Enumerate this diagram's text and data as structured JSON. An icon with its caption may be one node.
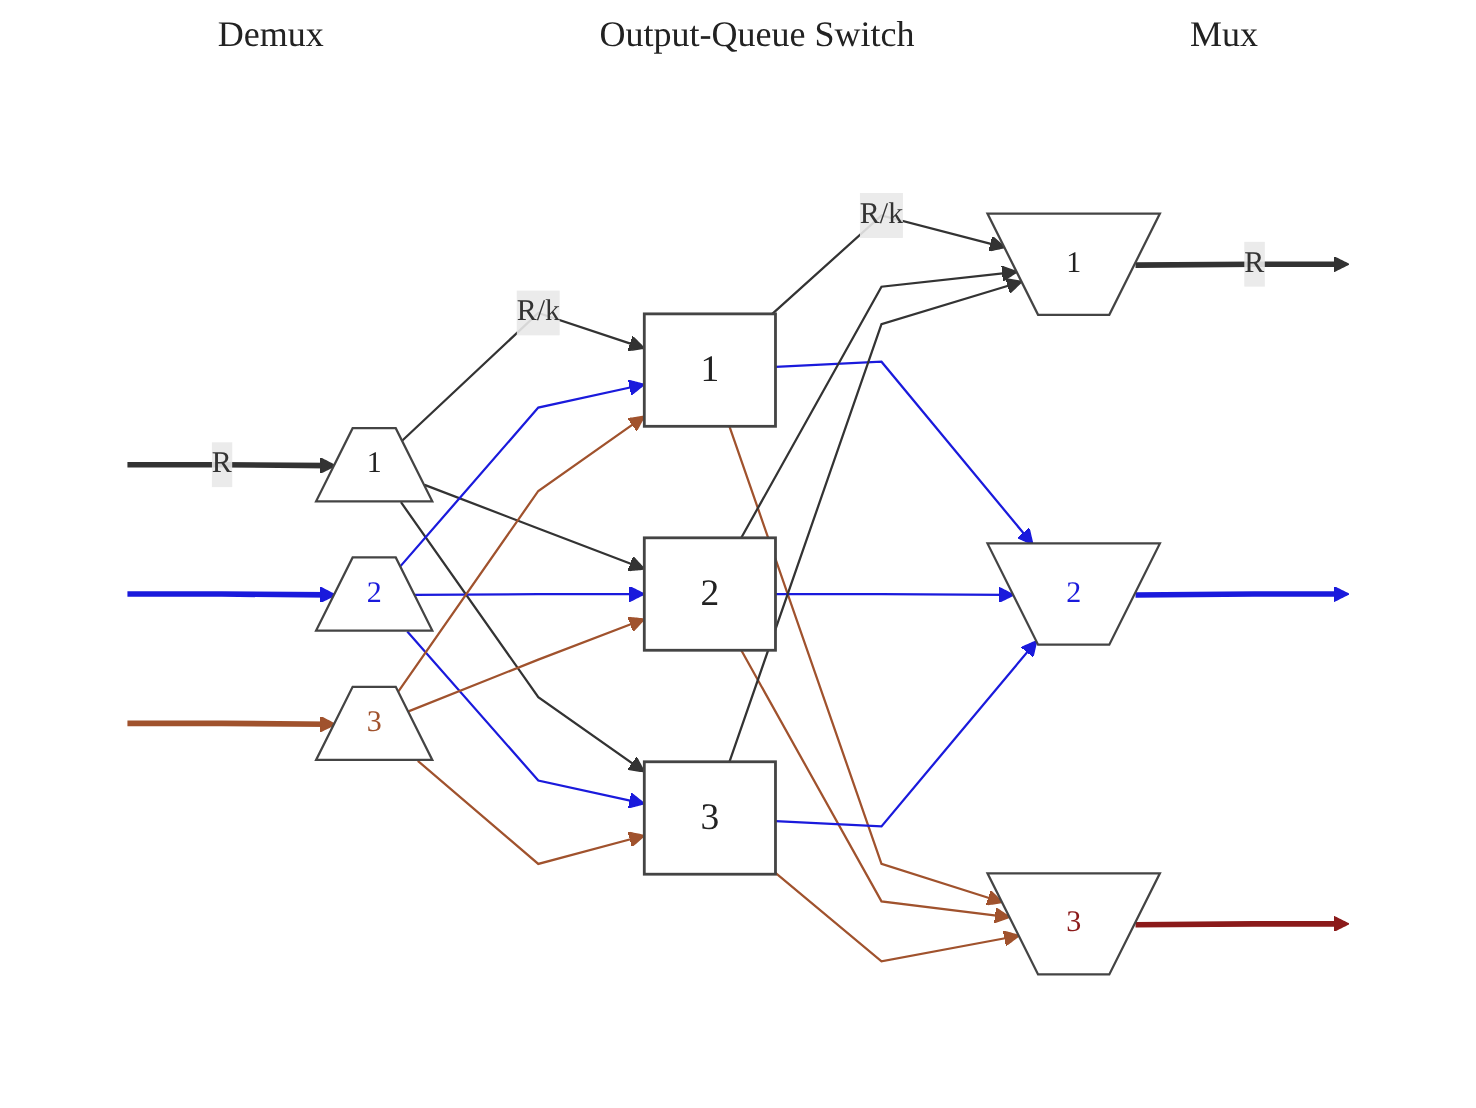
{
  "diagram": {
    "nodes": [
      {
        "text": [
          "1"
        ]
      },
      {
        "text": [
          "2"
        ]
      },
      {
        "text": [
          "3"
        ]
      },
      {
        "text": [
          "1"
        ]
      },
      {
        "text": [
          "2"
        ]
      },
      {
        "text": [
          "3"
        ]
      },
      {
        "text": [
          "1"
        ]
      },
      {
        "text": [
          "2"
        ]
      },
      {
        "text": [
          "3"
        ]
      }
    ],
    "edges": [
      {
        "from": null,
        "to": 0,
        "arrow": "to",
        "label": "R",
        "style": "thick"
      },
      {
        "from": null,
        "to": 1,
        "arrow": "to",
        "style": "thick",
        "color": "#1a1adc"
      },
      {
        "from": null,
        "to": 2,
        "arrow": "to",
        "style": "thick",
        "color": "#a0522d"
      },
      {
        "from": 0,
        "to": 3,
        "arrow": "to",
        "label": "R/k"
      },
      {
        "from": 0,
        "to": 4,
        "arrow": "to"
      },
      {
        "from": 0,
        "to": 5,
        "arrow": "to"
      },
      {
        "from": 1,
        "to": 3,
        "arrow": "to",
        "color": "#1a1adc"
      },
      {
        "from": 1,
        "to": 4,
        "arrow": "to",
        "color": "#1a1adc"
      },
      {
        "from": 1,
        "to": 5,
        "arrow": "to",
        "color": "#1a1adc"
      },
      {
        "from": 2,
        "to": 3,
        "arrow": "to",
        "color": "#a0522d"
      },
      {
        "from": 2,
        "to": 4,
        "arrow": "to",
        "color": "#a0522d"
      },
      {
        "from": 2,
        "to": 5,
        "arrow": "to",
        "color": "#a0522d"
      },
      {
        "from": 3,
        "to": 6,
        "arrow": "to",
        "label": "R/k"
      },
      {
        "from": 3,
        "to": 7,
        "arrow": "to",
        "color": "#1a1adc"
      },
      {
        "from": 3,
        "to": 8,
        "arrow": "to",
        "color": "#a0522d"
      },
      {
        "from": 4,
        "to": 6,
        "arrow": "to"
      },
      {
        "from": 4,
        "to": 7,
        "arrow": "to",
        "color": "#1a1adc"
      },
      {
        "from": 4,
        "to": 8,
        "arrow": "to",
        "color": "#a0522d"
      },
      {
        "from": 5,
        "to": 6,
        "arrow": "to"
      },
      {
        "from": 5,
        "to": 7,
        "arrow": "to",
        "color": "#1a1adc"
      },
      {
        "from": 5,
        "to": 8,
        "arrow": "to",
        "color": "#a0522d"
      },
      {
        "from": 6,
        "to": null,
        "arrow": "to",
        "label": "R",
        "style": "thick"
      },
      {
        "from": 7,
        "to": null,
        "arrow": "to",
        "style": "thick",
        "color": "#1a1adc"
      },
      {
        "from": 8,
        "to": null,
        "arrow": "to",
        "style": "thick",
        "color": "#8b1a1a"
      }
    ],
    "labels": [
      "Demux",
      "Output-Queue Switch",
      "Mux"
    ]
  }
}
